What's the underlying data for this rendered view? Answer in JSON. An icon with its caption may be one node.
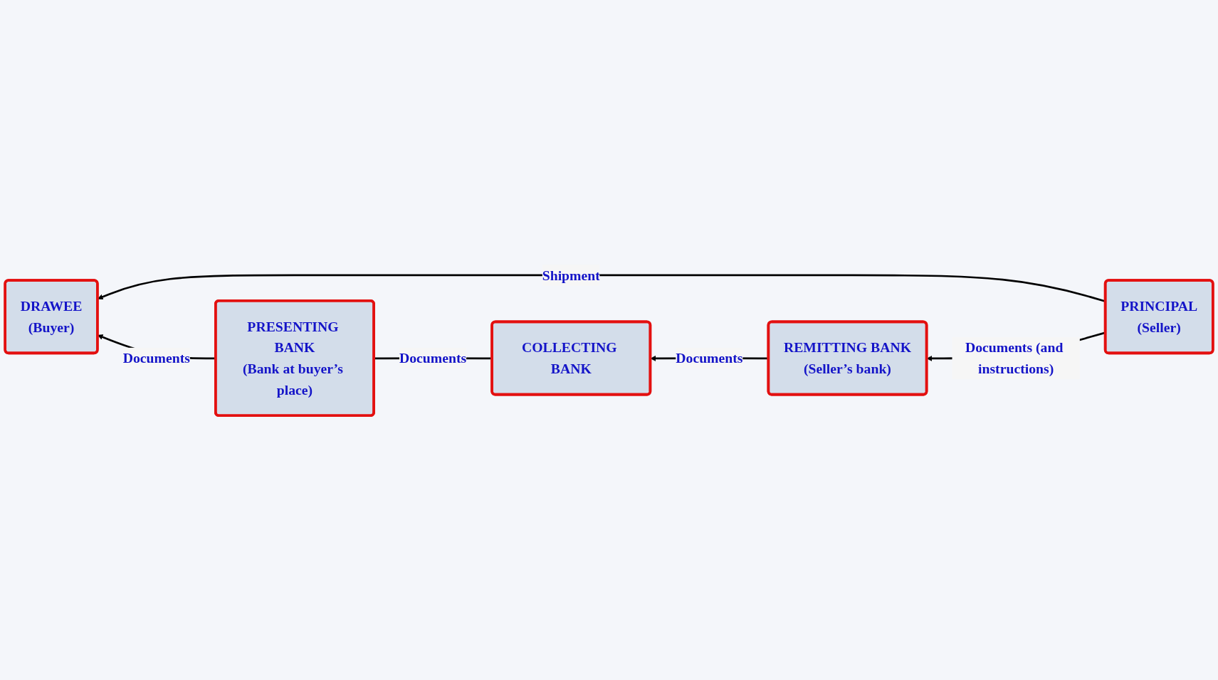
{
  "diagram": {
    "nodes": [
      {
        "text": [
          "DRAWEE",
          "(Buyer)"
        ]
      },
      {
        "text": [
          "PRINCIPAL",
          "(Seller)"
        ]
      },
      {
        "text": [
          "PRESENTING BANK",
          "(Bank at buyer’s place)"
        ]
      },
      {
        "text": [
          "COLLECTING BANK"
        ]
      },
      {
        "text": [
          "REMITTING BANK",
          "(Seller’s bank)"
        ]
      }
    ],
    "edges": [
      {
        "from": 1,
        "to": 0,
        "arrow": "to",
        "label": "Shipment"
      },
      {
        "from": 2,
        "to": 0,
        "arrow": "to",
        "label": "Documents"
      },
      {
        "from": 1,
        "to": 4,
        "arrow": "to",
        "label": "Documents (and instructions)"
      },
      {
        "from": 3,
        "to": 2,
        "arrow": "none",
        "label": "Documents"
      },
      {
        "from": 4,
        "to": 3,
        "arrow": "to",
        "label": "Documents"
      }
    ]
  }
}
